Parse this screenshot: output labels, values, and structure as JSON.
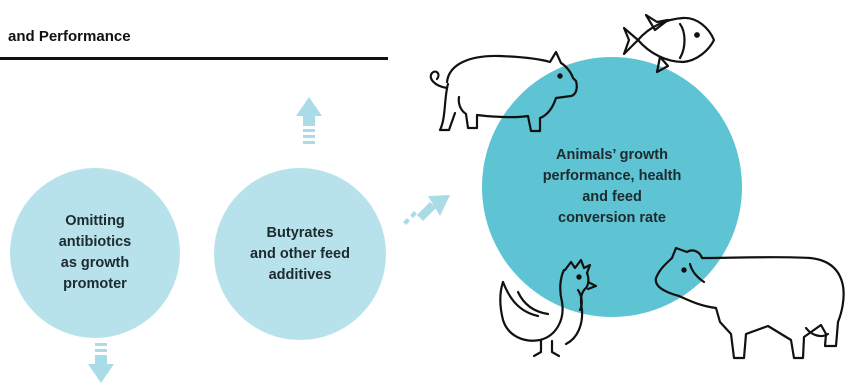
{
  "header": {
    "title": "and Performance"
  },
  "nodes": [
    {
      "label": "Omitting\nantibiotics\nas growth\npromoter"
    },
    {
      "label": "Butyrates\nand other feed\nadditives"
    },
    {
      "label": "Animals’ growth\nperformance, health\nand feed\nconversion rate"
    }
  ],
  "colors": {
    "light_circle": "#b7e2ec",
    "main_circle": "#5ec3d2",
    "arrow": "#a9dce7",
    "line_art": "#111111"
  },
  "icons": [
    "arrow-down-icon",
    "arrow-up-icon",
    "arrow-diagonal-icon",
    "pig-icon",
    "fish-icon",
    "chicken-icon",
    "cow-icon"
  ]
}
